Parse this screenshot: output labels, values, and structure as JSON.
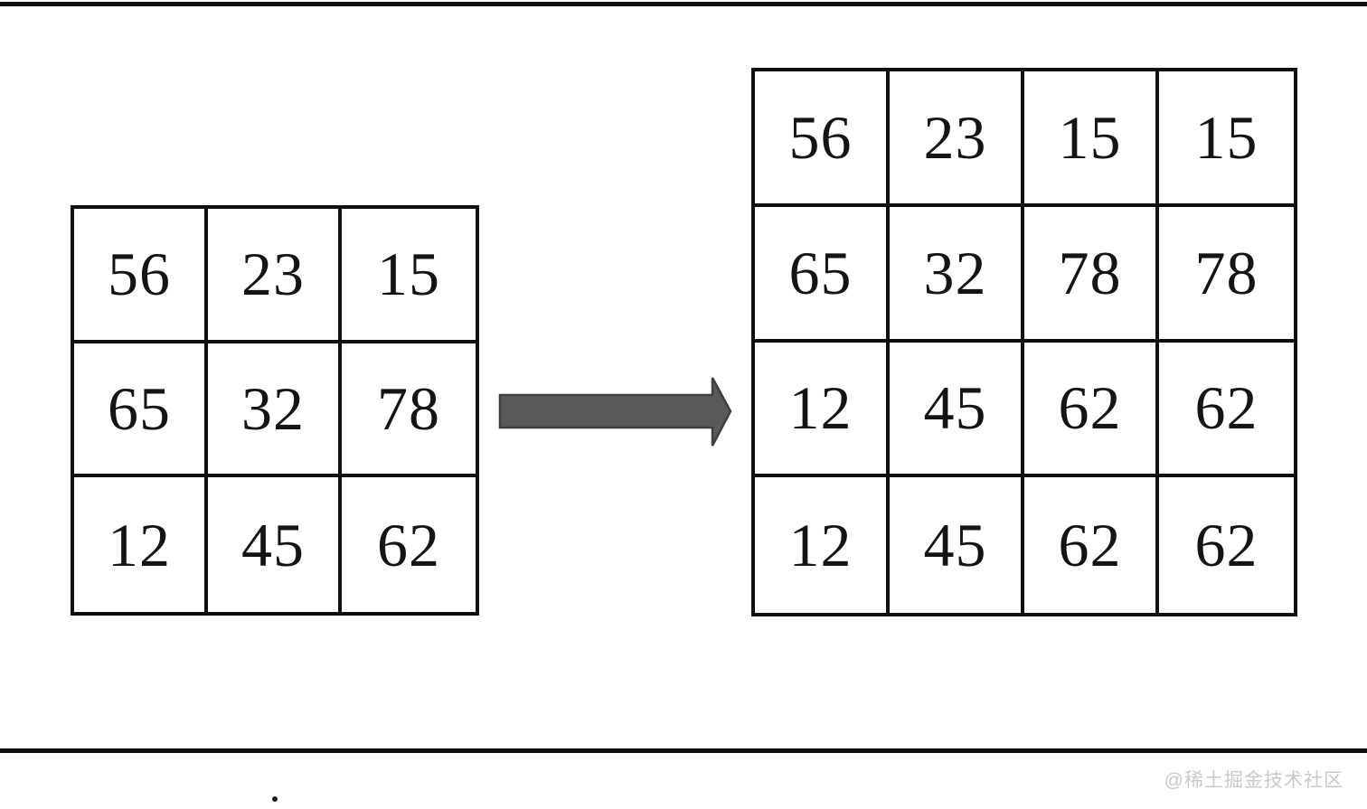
{
  "diagram": {
    "description": "Matrix edge-replication padding: 3x3 matrix transformed into 4x4 matrix"
  },
  "colors": {
    "grid_line": "#0f0f0f",
    "number_text": "#141414",
    "arrow_fill": "#595959",
    "arrow_stroke": "#3f3f3f",
    "watermark_text": "#c9c9c9",
    "background": "#ffffff"
  },
  "matrices": {
    "source": {
      "label": "3x3 source matrix",
      "rows": [
        [
          "56",
          "23",
          "15"
        ],
        [
          "65",
          "32",
          "78"
        ],
        [
          "12",
          "45",
          "62"
        ]
      ]
    },
    "result": {
      "label": "4x4 padded matrix",
      "rows": [
        [
          "56",
          "23",
          "15",
          "15"
        ],
        [
          "65",
          "32",
          "78",
          "78"
        ],
        [
          "12",
          "45",
          "62",
          "62"
        ],
        [
          "12",
          "45",
          "62",
          "62"
        ]
      ]
    }
  },
  "arrow": {
    "direction": "right",
    "fill": "#595959"
  },
  "watermark": {
    "text": "@稀土掘金技术社区"
  }
}
